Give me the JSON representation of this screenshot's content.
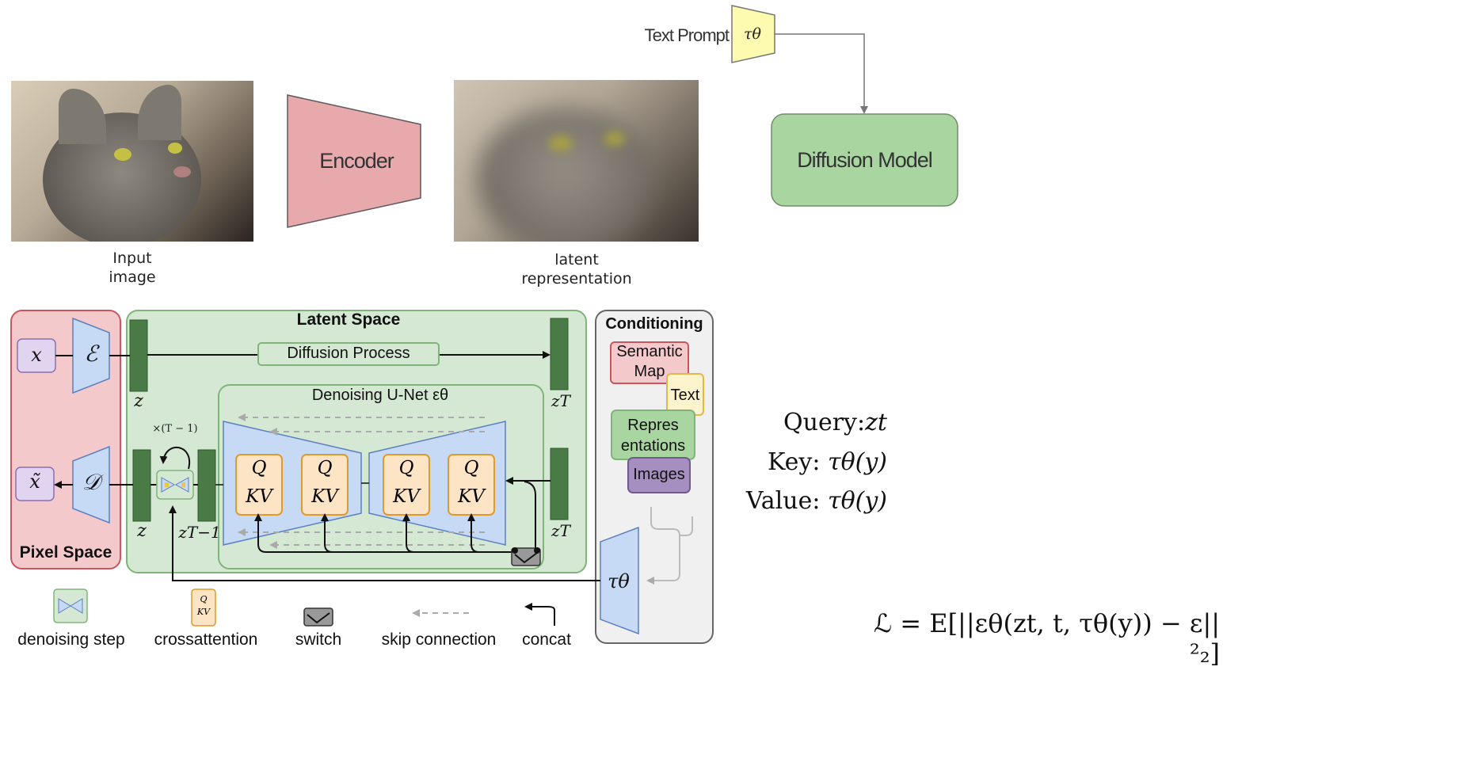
{
  "top": {
    "text_prompt_label": "Text Prompt",
    "tau_theta": "τθ",
    "encoder_label": "Encoder",
    "diffusion_model_label": "Diffusion Model",
    "input_caption_line1": "Input",
    "input_caption_line2": "image",
    "latent_caption_line1": "latent",
    "latent_caption_line2": "representation"
  },
  "ldm": {
    "pixel_space_title": "Pixel Space",
    "latent_space_title": "Latent Space",
    "conditioning_title": "Conditioning",
    "x_symbol": "x",
    "x_tilde_symbol": "x̃",
    "encoder_symbol": "ℰ",
    "decoder_symbol": "𝒟",
    "z_label": "z",
    "zT_label": "zT",
    "zT1_label": "zT−1",
    "repeat_label": "×(T − 1)",
    "diffusion_process_label": "Diffusion Process",
    "unet_label": "Denoising U-Net εθ",
    "qkv_q": "Q",
    "qkv_kv": "KV",
    "cond_items": [
      "Semantic Map",
      "Text",
      "Representations",
      "Images"
    ],
    "cond_semantic_line1": "Semantic",
    "cond_semantic_line2": "Map",
    "cond_repr_line1": "Repres",
    "cond_repr_line2": "entations",
    "tau_symbol": "τθ"
  },
  "legend": {
    "denoising_step": "denoising step",
    "crossattention": "crossattention",
    "switch": "switch",
    "skip_connection": "skip connection",
    "concat": "concat"
  },
  "qkv_text": {
    "query_label": "Query:",
    "query_value": "zt",
    "key_label": "Key:",
    "key_value": "τθ(y)",
    "value_label": "Value:",
    "value_value": "τθ(y)"
  },
  "loss_formula": "ℒ = E[||εθ(zt, t, τθ(y)) − ε||²₂]",
  "colors": {
    "pixel_space_bg": "#f3c9cb",
    "latent_space_bg": "#d5e8d4",
    "conditioning_bg": "#f0f0f0",
    "encoder_pink": "#e8a9ad",
    "diffusion_green": "#a8d5a0",
    "unet_blue": "#c7daf5",
    "qkv_orange": "#fde4c4",
    "tau_yellow": "#fdfbb0"
  }
}
